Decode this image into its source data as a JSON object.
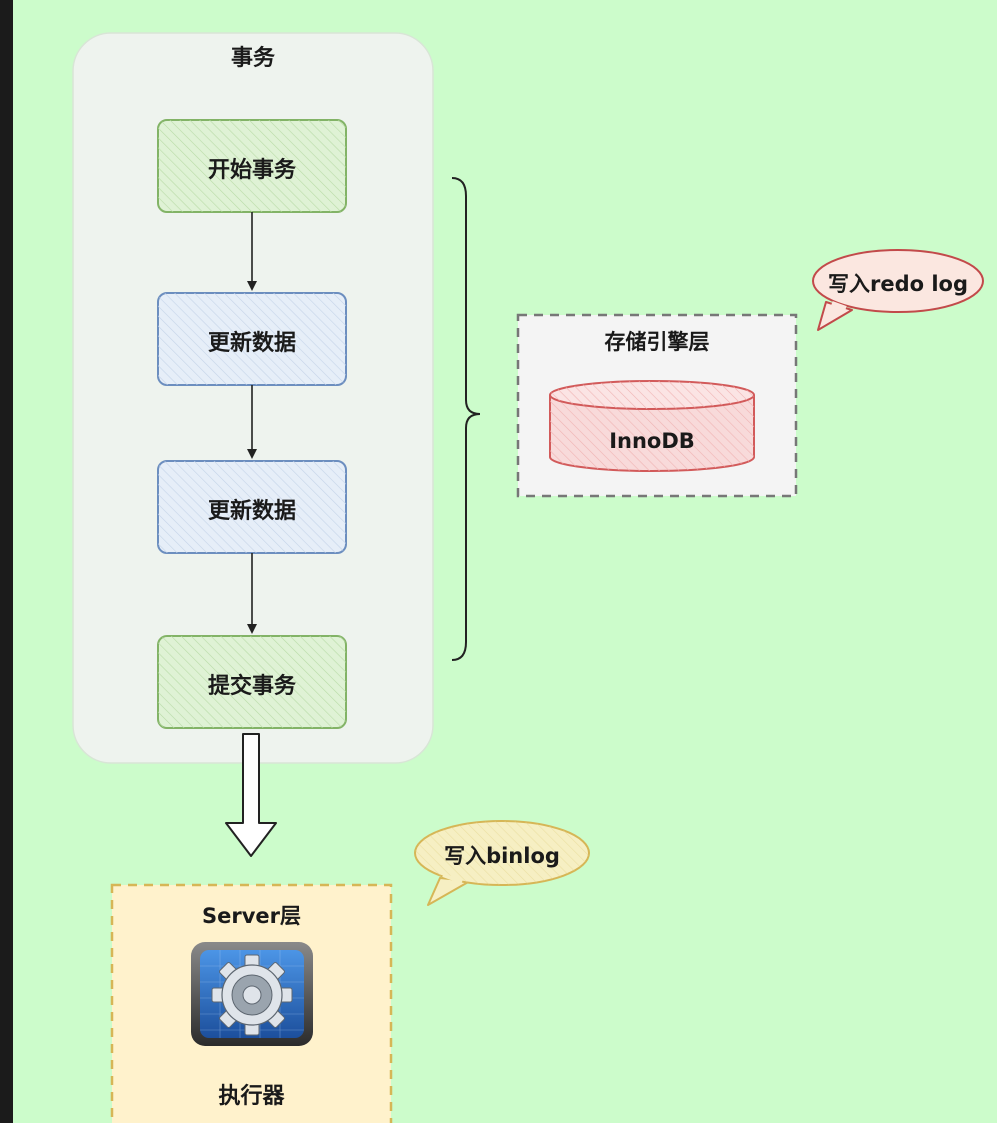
{
  "transaction": {
    "title": "事务",
    "steps": [
      "开始事务",
      "更新数据",
      "更新数据",
      "提交事务"
    ]
  },
  "storage": {
    "title": "存储引擎层",
    "engine": "InnoDB",
    "callout": "写入redo log"
  },
  "server": {
    "title": "Server层",
    "executor": "执行器",
    "callout": "写入binlog",
    "icon": "gear-icon"
  },
  "colors": {
    "background": "#ccfccb",
    "step_green": "#82b366",
    "step_blue": "#6c8ebf",
    "engine_red": "#d25a5a",
    "server_fill": "#fff2cc",
    "server_border": "#d6b656"
  }
}
